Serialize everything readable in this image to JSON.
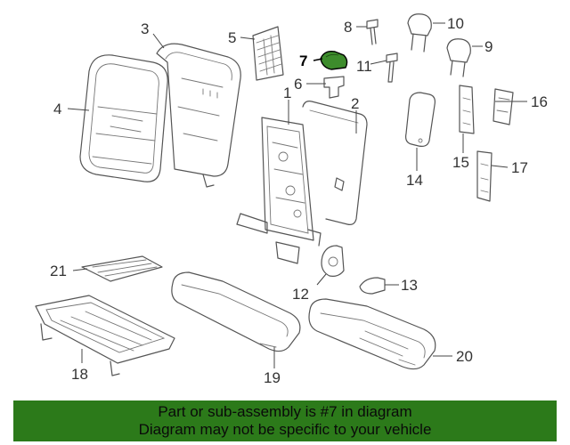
{
  "diagram": {
    "highlight_color": "#3d8c2c",
    "callouts": [
      {
        "id": "1",
        "label": "1"
      },
      {
        "id": "2",
        "label": "2"
      },
      {
        "id": "3",
        "label": "3"
      },
      {
        "id": "4",
        "label": "4"
      },
      {
        "id": "5",
        "label": "5"
      },
      {
        "id": "6",
        "label": "6"
      },
      {
        "id": "7",
        "label": "7",
        "highlighted": true
      },
      {
        "id": "8",
        "label": "8"
      },
      {
        "id": "9",
        "label": "9"
      },
      {
        "id": "10",
        "label": "10"
      },
      {
        "id": "11",
        "label": "11"
      },
      {
        "id": "12",
        "label": "12"
      },
      {
        "id": "13",
        "label": "13"
      },
      {
        "id": "14",
        "label": "14"
      },
      {
        "id": "15",
        "label": "15"
      },
      {
        "id": "16",
        "label": "16"
      },
      {
        "id": "17",
        "label": "17"
      },
      {
        "id": "18",
        "label": "18"
      },
      {
        "id": "19",
        "label": "19"
      },
      {
        "id": "20",
        "label": "20"
      },
      {
        "id": "21",
        "label": "21"
      }
    ]
  },
  "banner": {
    "background": "#2c7a1a",
    "line1": "Part or sub-assembly is #7 in diagram",
    "line2": "Diagram may not be specific to your vehicle"
  }
}
